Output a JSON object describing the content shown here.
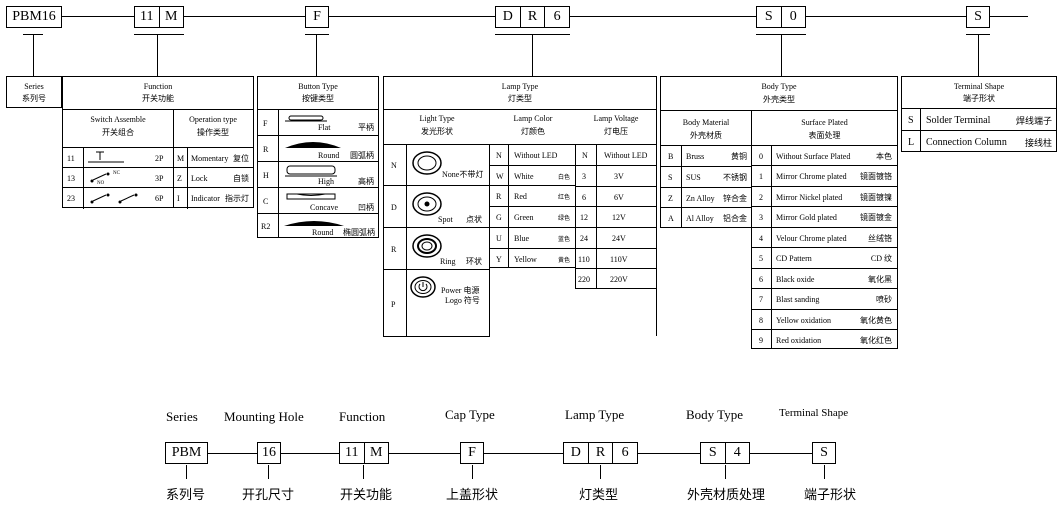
{
  "top_code": {
    "series": "PBM16",
    "function": [
      "11",
      "M"
    ],
    "button": "F",
    "lamp": [
      "D",
      "R",
      "6"
    ],
    "body": [
      "S",
      "0"
    ],
    "terminal": "S"
  },
  "series_panel": {
    "title": "Series",
    "title_cn": "系列号"
  },
  "function_panel": {
    "title": "Function",
    "title_cn": "开关功能",
    "switch_header": "Switch  Assemble",
    "switch_header_cn": "开关组合",
    "op_header": "Operation type",
    "op_header_cn": "操作类型",
    "nc": "NC",
    "no": "NO",
    "rows": [
      {
        "code": "11",
        "pole": "2P",
        "op_code": "M",
        "op": "Momentary",
        "op_cn": "复位"
      },
      {
        "code": "13",
        "pole": "3P",
        "op_code": "Z",
        "op": "Lock",
        "op_cn": "自锁"
      },
      {
        "code": "23",
        "pole": "6P",
        "op_code": "I",
        "op": "Indicator",
        "op_cn": "指示灯"
      }
    ]
  },
  "button_panel": {
    "title": "Button  Type",
    "title_cn": "按键类型",
    "rows": [
      {
        "code": "F",
        "name": "Flat",
        "cn": "平柄"
      },
      {
        "code": "R",
        "name": "Round",
        "cn": "圆弧柄"
      },
      {
        "code": "H",
        "name": "High",
        "cn": "高柄"
      },
      {
        "code": "C",
        "name": "Concave",
        "cn": "凹柄"
      },
      {
        "code": "R2",
        "name": "Round",
        "cn": "椭圆弧柄"
      }
    ]
  },
  "lamp_panel": {
    "title": "Lamp  Type",
    "title_cn": "灯类型",
    "light_header": "Light Type",
    "light_header_cn": "发光形状",
    "color_header": "Lamp  Color",
    "color_header_cn": "灯颜色",
    "volt_header": "Lamp Voltage",
    "volt_header_cn": "灯电压",
    "light_rows": [
      {
        "code": "N",
        "name": "None",
        "cn": "不带灯"
      },
      {
        "code": "D",
        "name": "Spot",
        "cn": "点状"
      },
      {
        "code": "R",
        "name": "Ring",
        "cn": "环状"
      },
      {
        "code": "P",
        "name": "Power",
        "cn": "电源",
        "name2": "Logo",
        "cn2": "符号"
      }
    ],
    "color_rows": [
      {
        "code": "N",
        "name": "Without LED",
        "cn": ""
      },
      {
        "code": "W",
        "name": "White",
        "cn": "白色"
      },
      {
        "code": "R",
        "name": "Red",
        "cn": "红色"
      },
      {
        "code": "G",
        "name": "Green",
        "cn": "绿色"
      },
      {
        "code": "U",
        "name": "Blue",
        "cn": "蓝色"
      },
      {
        "code": "Y",
        "name": "Yellow",
        "cn": "黄色"
      }
    ],
    "volt_rows": [
      {
        "code": "N",
        "value": "Without LED"
      },
      {
        "code": "3",
        "value": "3V"
      },
      {
        "code": "6",
        "value": "6V"
      },
      {
        "code": "12",
        "value": "12V"
      },
      {
        "code": "24",
        "value": "24V"
      },
      {
        "code": "110",
        "value": "110V"
      },
      {
        "code": "220",
        "value": "220V"
      }
    ]
  },
  "body_panel": {
    "title": "Body Type",
    "title_cn": "外壳类型",
    "mat_header": "Body Material",
    "mat_header_cn": "外壳材质",
    "surf_header": "Surface  Plated",
    "surf_header_cn": "表面处理",
    "mat_rows": [
      {
        "code": "B",
        "name": "Bruss",
        "cn": "黄铜"
      },
      {
        "code": "S",
        "name": "SUS",
        "cn": "不锈钢"
      },
      {
        "code": "Z",
        "name": "Zn Alloy",
        "cn": "锌合金"
      },
      {
        "code": "A",
        "name": "Al Alloy",
        "cn": "铝合金"
      }
    ],
    "surf_rows": [
      {
        "code": "0",
        "name": "Without Surface Plated",
        "cn": "本色"
      },
      {
        "code": "1",
        "name": "Mirror Chrome plated",
        "cn": "镜面镀铬"
      },
      {
        "code": "2",
        "name": "Mirror Nickel plated",
        "cn": "镜面镀镍"
      },
      {
        "code": "3",
        "name": "Mirror Gold plated",
        "cn": "镜面镀金"
      },
      {
        "code": "4",
        "name": "Velour Chrome plated",
        "cn": "丝绒铬"
      },
      {
        "code": "5",
        "name": "CD Pattern",
        "cn": "CD 纹"
      },
      {
        "code": "6",
        "name": "Black oxide",
        "cn": "氧化黑"
      },
      {
        "code": "7",
        "name": "Blast sanding",
        "cn": "喷砂"
      },
      {
        "code": "8",
        "name": "Yellow oxidation",
        "cn": "氧化黄色"
      },
      {
        "code": "9",
        "name": "Red oxidation",
        "cn": "氧化红色"
      }
    ]
  },
  "terminal_panel": {
    "title": "Terminal Shape",
    "title_cn": "端子形状",
    "rows": [
      {
        "code": "S",
        "name": "Solder Terminal",
        "cn": "焊线端子"
      },
      {
        "code": "L",
        "name": "Connection Column",
        "cn": "接线柱"
      }
    ]
  },
  "bottom": {
    "labels": [
      "Series",
      "Mounting Hole",
      "Function",
      "Cap Type",
      "Lamp   Type",
      "Body Type",
      "Terminal Shape"
    ],
    "labels_cn": [
      "系列号",
      "开孔尺寸",
      "开关功能",
      "上盖形状",
      "灯类型",
      "外壳材质处理",
      "端子形状"
    ],
    "series": "PBM",
    "hole": "16",
    "function": [
      "11",
      "M"
    ],
    "cap": "F",
    "lamp": [
      "D",
      "R",
      "6"
    ],
    "body": [
      "S",
      "4"
    ],
    "terminal": "S"
  }
}
